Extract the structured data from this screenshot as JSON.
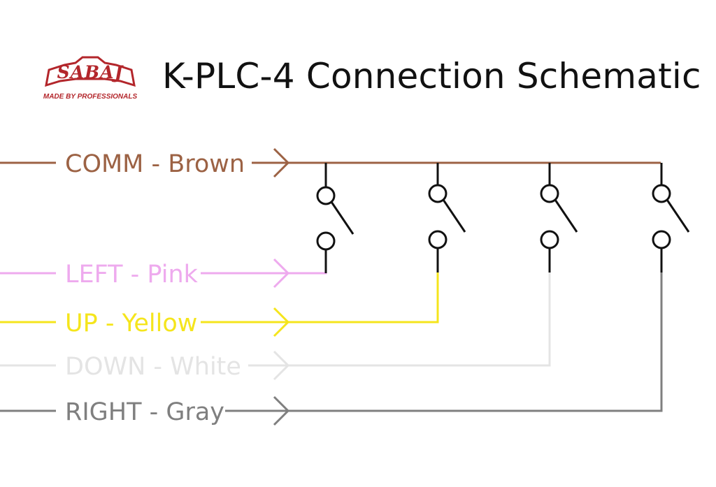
{
  "title": "K-PLC-4 Connection Schematic",
  "logo": {
    "name": "SABAJ",
    "tagline": "MADE BY PROFESSIONALS",
    "color": "#b3262b"
  },
  "wires": [
    {
      "id": "comm",
      "label": "COMM - Brown",
      "color": "#9c6244"
    },
    {
      "id": "left",
      "label": "LEFT - Pink",
      "color": "#eeaaee"
    },
    {
      "id": "up",
      "label": "UP - Yellow",
      "color": "#f5e51c"
    },
    {
      "id": "down",
      "label": "DOWN - White",
      "color": "#e4e4e4"
    },
    {
      "id": "right",
      "label": "RIGHT - Gray",
      "color": "#7f7f7f"
    }
  ],
  "switch_color": "#111111"
}
